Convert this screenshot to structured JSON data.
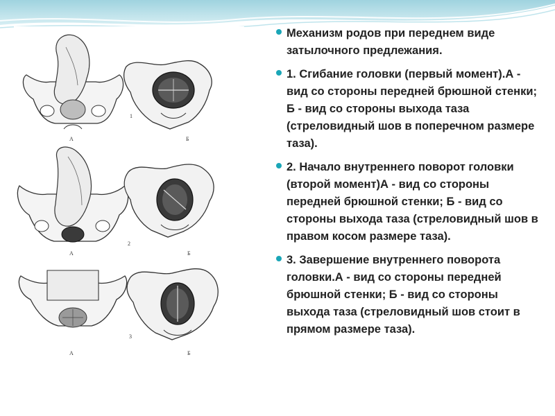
{
  "slide": {
    "accent_color": "#1aa6b7",
    "figure": {
      "rows": [
        {
          "number": "1",
          "left_label": "А",
          "right_label": "Б"
        },
        {
          "number": "2",
          "left_label": "А",
          "right_label": "Б"
        },
        {
          "number": "3",
          "left_label": "А",
          "right_label": "Б"
        }
      ]
    },
    "bullets": [
      {
        "text": "Механизм родов при переднем виде затылочного предлежания."
      },
      {
        "text": "1. Сгибание головки (первый момент).А - вид со стороны передней брюшной стенки; Б - вид со стороны выхода таза (стреловидный шов в поперечном размере таза)."
      },
      {
        "text": "2. Начало внутреннего поворот головки (второй момент)А - вид со стороны передней брюшной стенки; Б - вид со стороны выхода таза (стреловидный шов в правом косом размере таза)."
      },
      {
        "text": "3. Завершение внутреннего поворота головки.А - вид со стороны передней брюшной стенки; Б - вид со стороны выхода таза (стреловидный шов стоит в прямом размере таза)."
      }
    ]
  }
}
